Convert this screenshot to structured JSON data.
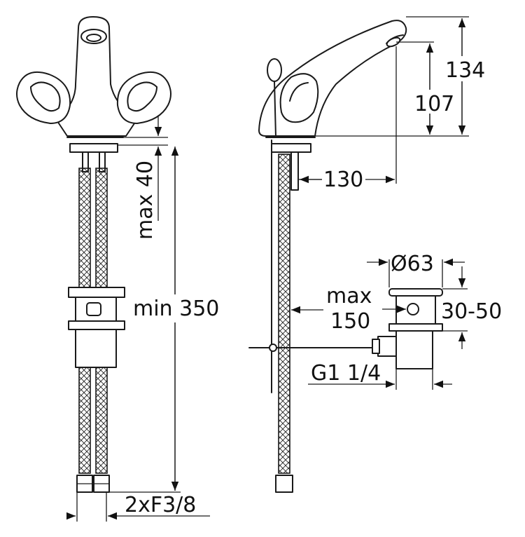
{
  "drawing": {
    "dimensions": {
      "max40": "max 40",
      "min350": "min 350",
      "thread_inlet": "2xF3/8",
      "height134": "134",
      "height107": "107",
      "reach130": "130",
      "max_label": "max",
      "value150": "150",
      "dia63": "Ø63",
      "range3050": "30-50",
      "thread_waste": "G1 1/4"
    }
  }
}
